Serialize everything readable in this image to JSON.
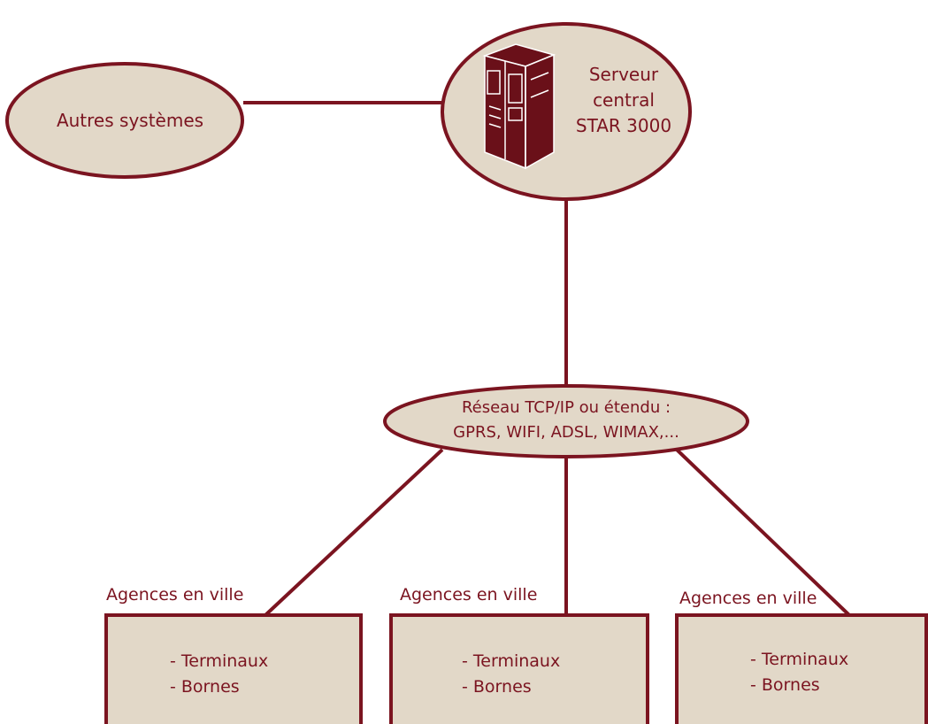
{
  "colors": {
    "stroke": "#7b1420",
    "fill": "#e2d8c8",
    "text": "#7b1420",
    "server_dark": "#6a1019",
    "server_light": "#ffffff",
    "background": "#ffffff"
  },
  "icon": "server-tower-icon",
  "nodes": {
    "other_systems": {
      "label": "Autres systèmes"
    },
    "server": {
      "lines": [
        "Serveur",
        "central",
        "STAR 3000"
      ]
    },
    "network": {
      "lines": [
        "Réseau TCP/IP ou étendu :",
        "GPRS, WIFI, ADSL, WIMAX,..."
      ]
    }
  },
  "agencies": [
    {
      "title": "Agences en ville",
      "items": [
        "- Terminaux",
        "- Bornes"
      ]
    },
    {
      "title": "Agences en ville",
      "items": [
        "- Terminaux",
        "- Bornes"
      ]
    },
    {
      "title": "Agences en ville",
      "items": [
        "- Terminaux",
        "- Bornes"
      ]
    }
  ]
}
